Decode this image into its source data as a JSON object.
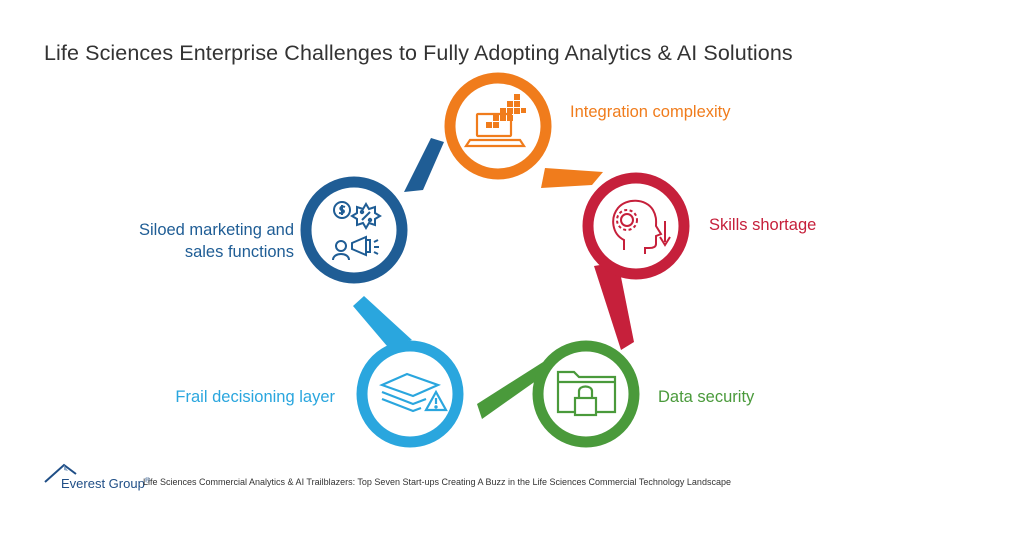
{
  "title": "Life Sciences Enterprise Challenges to Fully Adopting Analytics & AI Solutions",
  "challenges": [
    {
      "label": "Integration complexity",
      "color": "#f07c1c",
      "icon": "laptop-pixel-icon"
    },
    {
      "label": "Skills shortage",
      "color": "#c6203b",
      "icon": "head-gear-icon"
    },
    {
      "label": "Data security",
      "color": "#4a9a3b",
      "icon": "folder-lock-icon"
    },
    {
      "label": "Frail decisioning layer",
      "color": "#2aa6de",
      "icon": "layers-warning-icon"
    },
    {
      "label_lines": [
        "Siloed marketing and",
        "sales functions"
      ],
      "color": "#1f5d95",
      "icon": "marketing-sales-icon"
    }
  ],
  "footer": {
    "logo": "Everest Group",
    "logo_mark": "®",
    "source": "Life Sciences Commercial Analytics & AI Trailblazers: Top Seven Start-ups Creating A Buzz in the Life Sciences Commercial Technology Landscape"
  }
}
